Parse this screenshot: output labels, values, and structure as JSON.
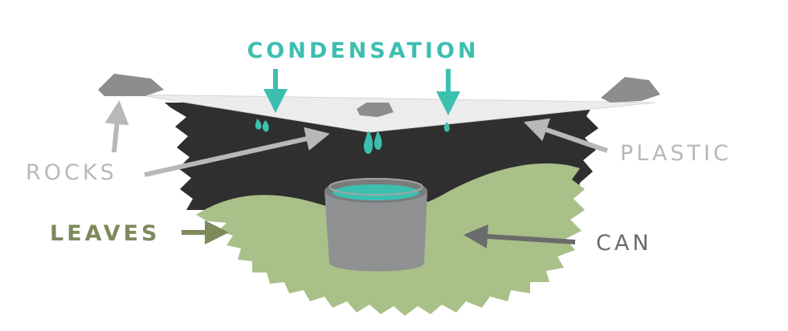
{
  "labels": {
    "condensation": "CONDENSATION",
    "rocks": "ROCKS",
    "plastic": "PLASTIC",
    "leaves": "LEAVES",
    "can": "CAN"
  },
  "colors": {
    "condensation": "#3dbfb0",
    "rocks": "#b8b8b8",
    "plastic": "#b8b8b8",
    "leaves": "#7d8a5c",
    "can": "#6b6b6b",
    "soil": "#2f2f2f",
    "leaf_fill": "#a9c088",
    "sheet": "#ececec",
    "rock": "#8d8d8d",
    "can_body": "#8f9092",
    "water": "#3dbfb0"
  }
}
